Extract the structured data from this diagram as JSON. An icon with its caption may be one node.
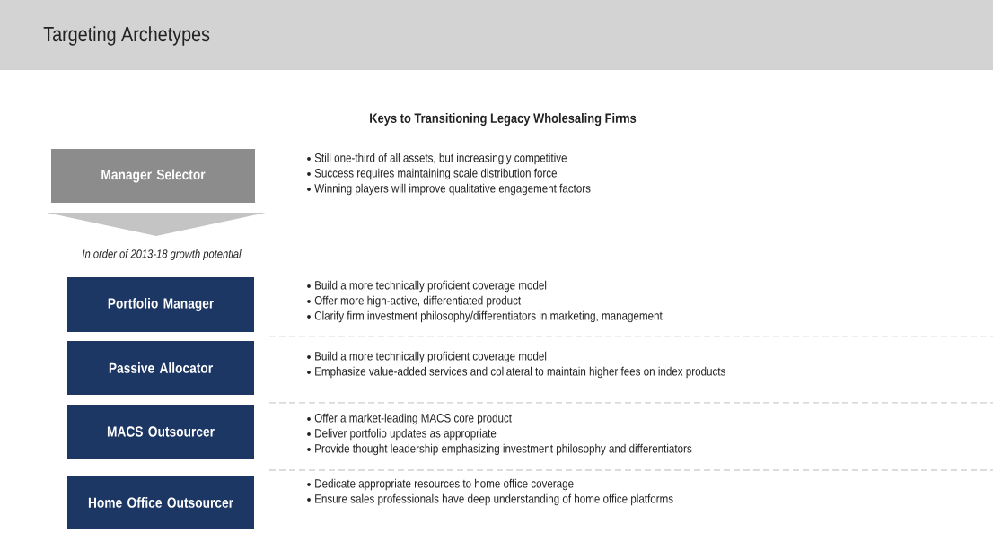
{
  "diagram": {
    "title": "Targeting Archetypes",
    "nodes": [
      {
        "text": [
          "Manager Selector"
        ],
        "beside": [
          "Still one-third of all assets, but increasingly competitive",
          "Success requires maintaining scale distribution force",
          "Winning players will improve qualitative engagement factors"
        ]
      },
      {
        "text": [
          "Portfolio Manager"
        ],
        "beside": [
          "Build a more technically proficient coverage model",
          "Offer more high-active, differentiated product",
          "Clarify firm investment philosophy/differentiators in marketing, management"
        ]
      },
      {
        "text": [
          "Passive Allocator"
        ],
        "beside": [
          "Build a more technically proficient coverage model",
          "Emphasize value-added services and collateral to maintain higher fees on index products"
        ]
      },
      {
        "text": [
          "MACS Outsourcer"
        ],
        "beside": [
          "Offer a market-leading MACS core product",
          "Deliver portfolio updates as appropriate",
          "Provide thought leadership emphasizing investment philosophy and differentiators"
        ]
      },
      {
        "text": [
          "Home Office Outsourcer"
        ],
        "beside": [
          "Dedicate appropriate resources to home office coverage",
          "Ensure sales professionals have deep understanding of home office platforms"
        ]
      }
    ],
    "labels": [
      "Keys to Transitioning Legacy Wholesaling Firms",
      "In order of 2013-18 growth potential"
    ]
  }
}
